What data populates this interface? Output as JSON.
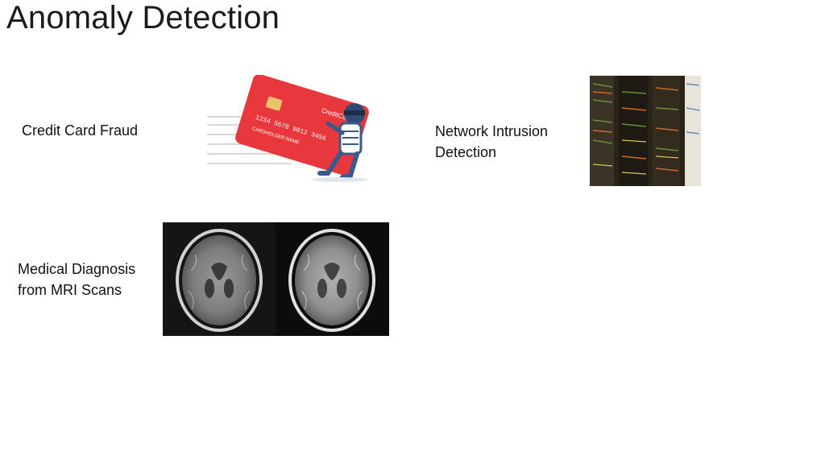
{
  "slide": {
    "title": "Anomaly Detection"
  },
  "items": {
    "credit_card": {
      "label": "Credit Card Fraud",
      "image": {
        "icon": "credit-card-thief-illustration",
        "card_brand": "CreditCard",
        "card_number": "1234  5678  9012  3456",
        "card_holder": "CARDHOLDER NAME"
      }
    },
    "network": {
      "label_line1": "Network Intrusion",
      "label_line2": "Detection",
      "image": {
        "icon": "server-rack-photo"
      }
    },
    "medical": {
      "label_line1": "Medical Diagnosis",
      "label_line2": "from MRI Scans",
      "image": {
        "icon": "brain-mri-scan-pair"
      }
    }
  },
  "colors": {
    "card_red": "#e8383d",
    "thief_blue": "#3a5a8c",
    "background": "#ffffff"
  }
}
